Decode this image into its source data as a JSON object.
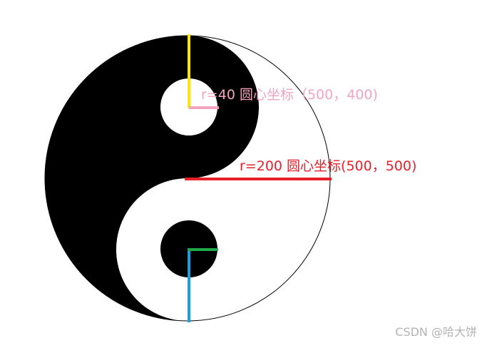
{
  "diagram": {
    "labels": {
      "small_circle": "r=40 圆心坐标（500，400)",
      "big_circle": "r=200 圆心坐标(500，500)"
    },
    "colors": {
      "yin": "#000000",
      "yang": "#ffffff",
      "yellow_radius": "#ffe600",
      "pink_radius": "#f4a3c0",
      "red_radius": "#e8202a",
      "blue_radius": "#1a9fe0",
      "green_radius": "#1faa4a",
      "pink_label": "#f4a3c0",
      "red_label": "#e8202a"
    }
  },
  "watermark": {
    "text": "CSDN @哈大饼"
  }
}
